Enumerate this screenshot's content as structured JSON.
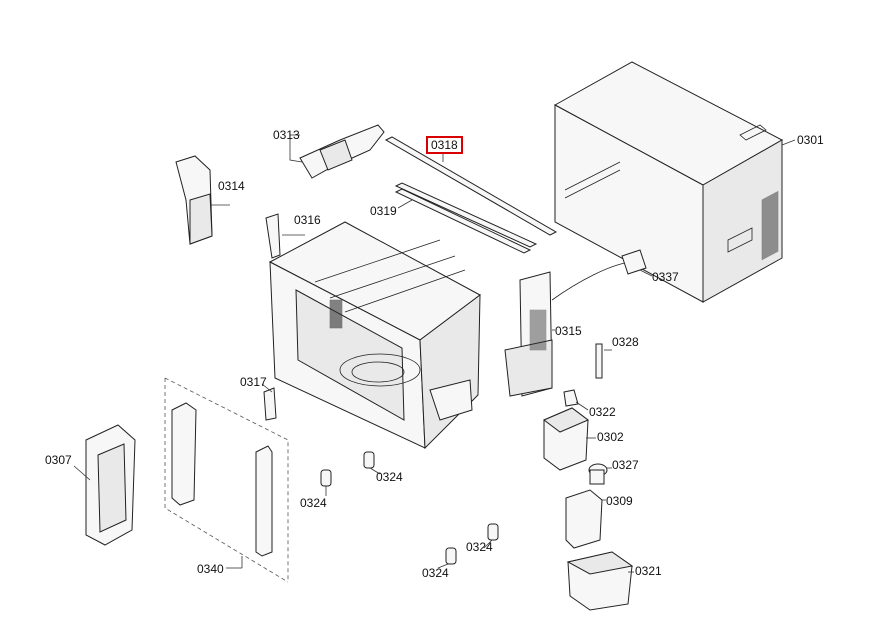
{
  "parts": {
    "p0301": "0301",
    "p0302": "0302",
    "p0307": "0307",
    "p0309": "0309",
    "p0313": "0313",
    "p0314": "0314",
    "p0315": "0315",
    "p0316": "0316",
    "p0317": "0317",
    "p0318": "0318",
    "p0319": "0319",
    "p0321": "0321",
    "p0322": "0322",
    "p0324a": "0324",
    "p0324b": "0324",
    "p0324c": "0324",
    "p0324d": "0324",
    "p0327": "0327",
    "p0328": "0328",
    "p0337": "0337",
    "p0340": "0340"
  },
  "highlighted_part": "0318",
  "colors": {
    "highlight": "#d80000",
    "line": "#222222"
  }
}
